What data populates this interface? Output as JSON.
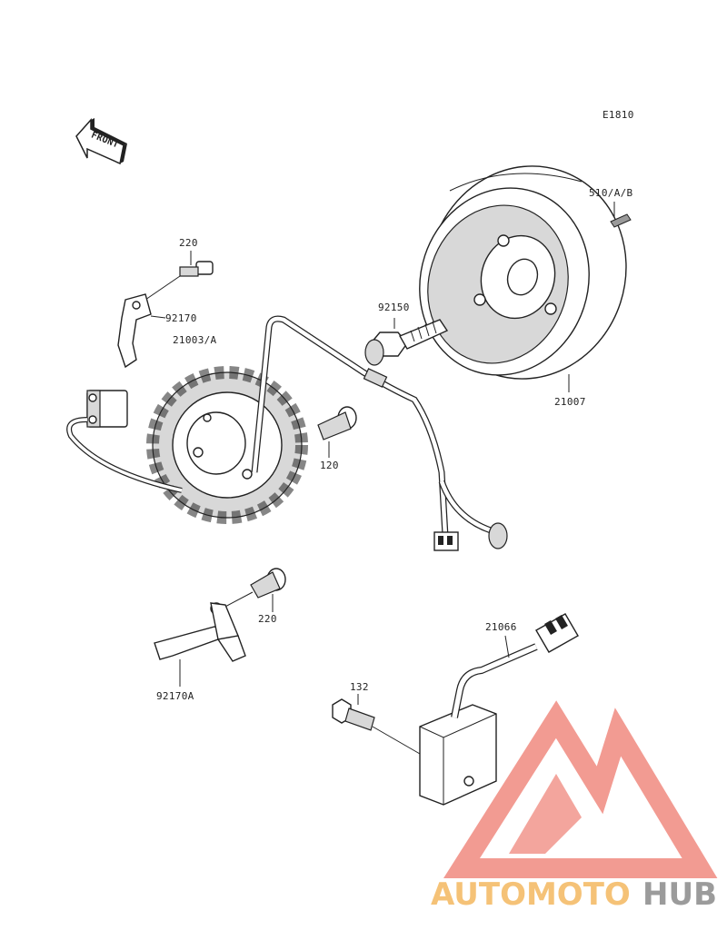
{
  "diagram": {
    "code": "E1810",
    "front_label": "FRONT",
    "parts": {
      "p220_top": "220",
      "p92170": "92170",
      "p21003a": "21003/A",
      "p92150": "92150",
      "p21007": "21007",
      "p510ab": "510/A/B",
      "p120": "120",
      "p220_bottom": "220",
      "p92170a": "92170A",
      "p21066": "21066",
      "p132": "132"
    }
  },
  "watermark": {
    "brand_part1": "AUTOMOTO",
    "brand_part2": "HUB",
    "color_accent": "#f08a80",
    "color_orange": "#f4b860",
    "color_gray": "#8a8a8a"
  }
}
